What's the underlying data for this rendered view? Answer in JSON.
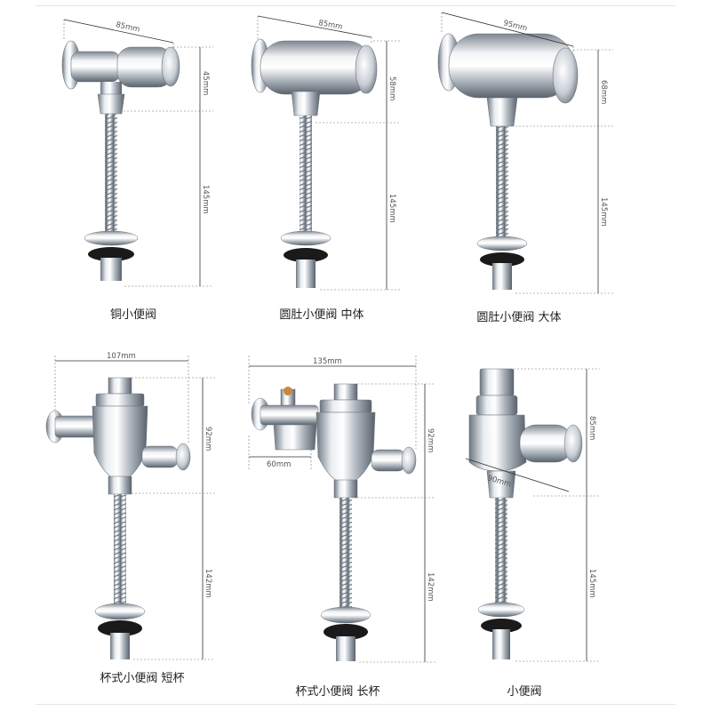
{
  "products": [
    {
      "caption": "铜小便阀",
      "width_label": "85mm",
      "head_height_label": "45mm",
      "pipe_length_label": "145mm"
    },
    {
      "caption": "圆肚小便阀 中体",
      "width_label": "85mm",
      "head_height_label": "58mm",
      "pipe_length_label": "145mm"
    },
    {
      "caption": "圆肚小便阀 大体",
      "width_label": "95mm",
      "head_height_label": "68mm",
      "pipe_length_label": "145mm"
    },
    {
      "caption": "杯式小便阀 短杯",
      "width_label": "107mm",
      "head_height_label": "92mm",
      "pipe_length_label": "142mm"
    },
    {
      "caption": "杯式小便阀 长杯",
      "width_label": "135mm",
      "head_height_label": "92mm",
      "pipe_length_label": "142mm",
      "inlet_label": "60mm"
    },
    {
      "caption": "小便阀",
      "width_label": "90mm",
      "head_height_label": "85mm",
      "pipe_length_label": "145mm"
    }
  ],
  "colors": {
    "chrome_light": "#f4f6f8",
    "chrome_mid": "#b9c0c7",
    "chrome_dark": "#5d6670",
    "rubber": "#1a1a1a",
    "dimension_line": "#333333"
  }
}
